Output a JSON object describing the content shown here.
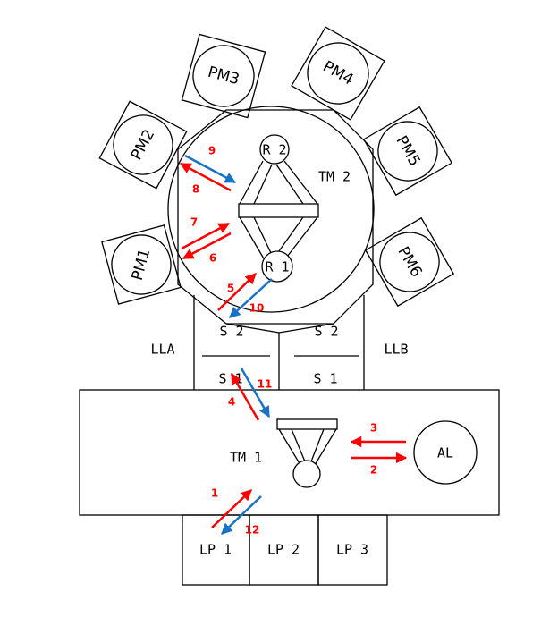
{
  "colors": {
    "red": "#ff0000",
    "blue": "#1a72c6",
    "line": "#000000"
  },
  "modules": {
    "pm1": "PM1",
    "pm2": "PM2",
    "pm3": "PM3",
    "pm4": "PM4",
    "pm5": "PM5",
    "pm6": "PM6"
  },
  "robots": {
    "r1": "R 1",
    "r2": "R 2",
    "tm2": "TM 2",
    "tm1": "TM 1"
  },
  "loadlocks": {
    "lla": "LLA",
    "llb": "LLB",
    "lla_s2": "S 2",
    "llb_s2": "S 2",
    "lla_s1": "S 1",
    "llb_s1": "S 1"
  },
  "aligner": "AL",
  "loadports": {
    "lp1": "LP 1",
    "lp2": "LP 2",
    "lp3": "LP 3"
  },
  "steps": [
    "1",
    "2",
    "3",
    "4",
    "5",
    "6",
    "7",
    "8",
    "9",
    "10",
    "11",
    "12"
  ]
}
